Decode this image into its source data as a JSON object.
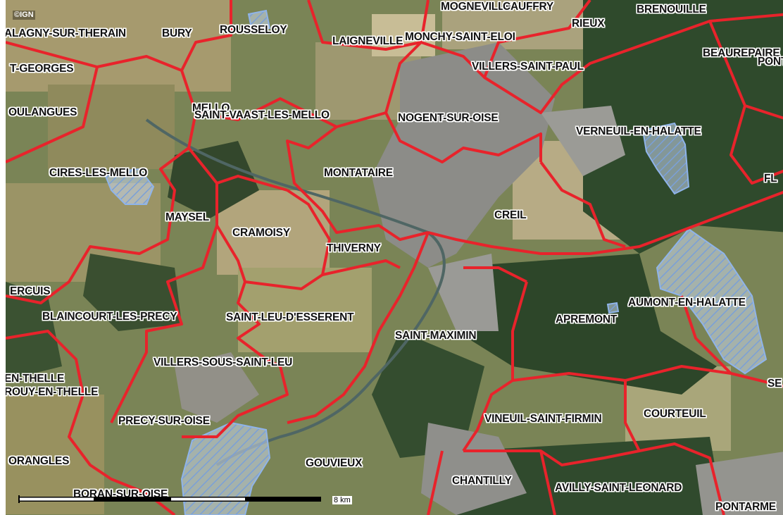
{
  "attribution": "©IGN",
  "scale": {
    "label": "8 km"
  },
  "colors": {
    "boundary": "#e8232b",
    "protected_zone": "#8fb4ea",
    "forest": "#2f4a2c",
    "field_light": "#b9a97e",
    "field_green": "#6f8a4e",
    "urban": "#8c8c88"
  },
  "communes": [
    "ALAGNY-SUR-THERAIN",
    "BURY",
    "ROUSSELOY",
    "MOGNEVILLE",
    "CAUFFRY",
    "BRENOUILLE",
    "LAIGNEVILLE",
    "MONCHY-SAINT-ELOI",
    "RIEUX",
    "BEAUREPAIRE",
    "PONT",
    "T-GEORGES",
    "VILLERS-SAINT-PAUL",
    "MELLO",
    "SAINT-VAAST-LES-MELLO",
    "NOGENT-SUR-OISE",
    "OULANGUES",
    "VERNEUIL-EN-HALATTE",
    "CIRES-LES-MELLO",
    "MONTATAIRE",
    "FL",
    "MAYSEL",
    "CREIL",
    "CRAMOISY",
    "THIVERNY",
    "ERCUIS",
    "AUMONT-EN-HALATTE",
    "BLAINCOURT-LES-PRECY",
    "SAINT-LEU-D'ESSERENT",
    "APREMONT",
    "SAINT-MAXIMIN",
    "VILLERS-SOUS-SAINT-LEU",
    "EN-THELLE",
    "ROUY-EN-THELLE",
    "SE",
    "VINEUIL-SAINT-FIRMIN",
    "COURTEUIL",
    "PRECY-SUR-OISE",
    "ORANGLES",
    "GOUVIEUX",
    "CHANTILLY",
    "BORAN-SUR-OISE",
    "AVILLY-SAINT-LEONARD",
    "PONTARME"
  ]
}
